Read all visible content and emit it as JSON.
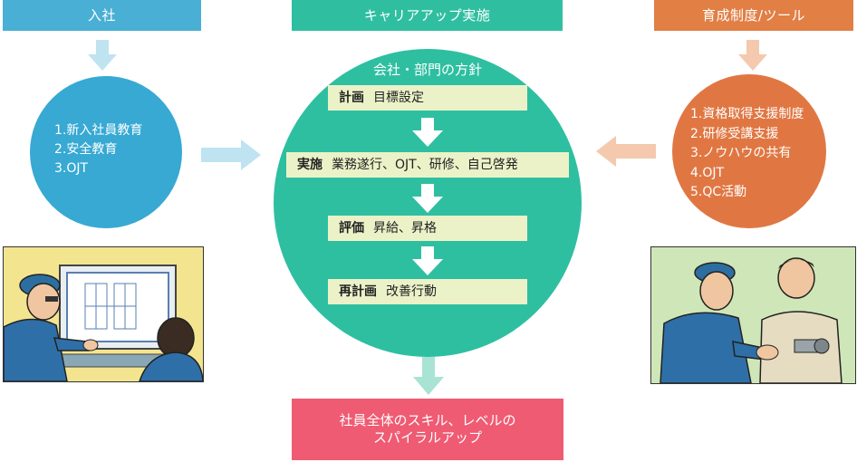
{
  "headers": {
    "left": "入社",
    "center": "キャリアアップ実施",
    "right": "育成制度/ツール"
  },
  "left_circle": {
    "items": [
      "1.新入社員教育",
      "2.安全教育",
      "3.OJT"
    ]
  },
  "right_circle": {
    "items": [
      "1.資格取得支援制度",
      "2.研修受講支援",
      "3.ノウハウの共有",
      "4.OJT",
      "5.QC活動"
    ]
  },
  "center_circle": {
    "title": "会社・部門の方針",
    "steps": [
      {
        "label": "計画",
        "text": "目標設定"
      },
      {
        "label": "実施",
        "text": "業務遂行、OJT、研修、自己啓発"
      },
      {
        "label": "評価",
        "text": "昇給、昇格"
      },
      {
        "label": "再計画",
        "text": "改善行動"
      }
    ]
  },
  "bottom_box": {
    "line1": "社員全体のスキル、レベルの",
    "line2": "スパイラルアップ"
  },
  "colors": {
    "blue": "#37a9d3",
    "teal": "#2ebfa1",
    "orange": "#e07743",
    "pink": "#ef5b73",
    "step_bg": "#ecf2c8"
  },
  "illustrations": {
    "left": "workers-at-computer-illustration",
    "right": "handshake-illustration"
  }
}
